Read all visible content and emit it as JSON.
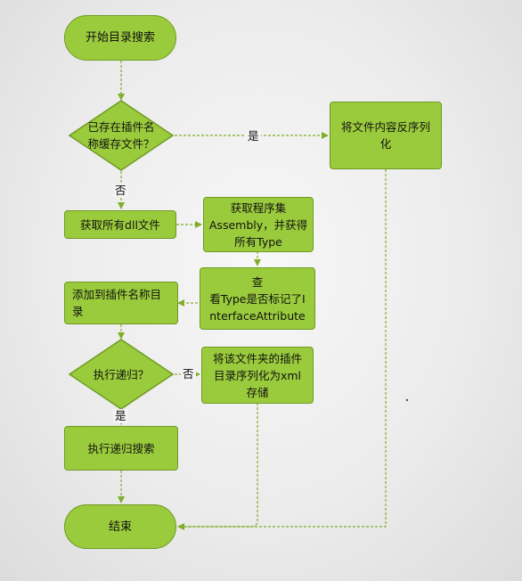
{
  "nodes": {
    "start": "开始目录搜索",
    "cache_check": "已存在插件名\n称缓存文件？",
    "deserialize": "将文件内容反序列\n化",
    "get_dlls": "获取所有dll文件",
    "get_assembly": "获取程序集\nAssembly，并获得\n所有Type",
    "check_attribute": "查\n看Type是否标记了I\nnterfaceAttribute",
    "add_to_dir": "添加到插件名称目\n录",
    "serialize_xml": "将该文件夹的插件\n目录序列化为xml\n存储",
    "recursive_check": "执行递归？",
    "recursive_search": "执行递归搜索",
    "end": "结束"
  },
  "edges": {
    "yes_cache": "是",
    "no_cache": "否",
    "no_recursive": "否",
    "yes_recursive": "是"
  },
  "colors": {
    "fill": "#9acb3c",
    "border": "#6f9a22",
    "arrow": "#7fae2a"
  }
}
